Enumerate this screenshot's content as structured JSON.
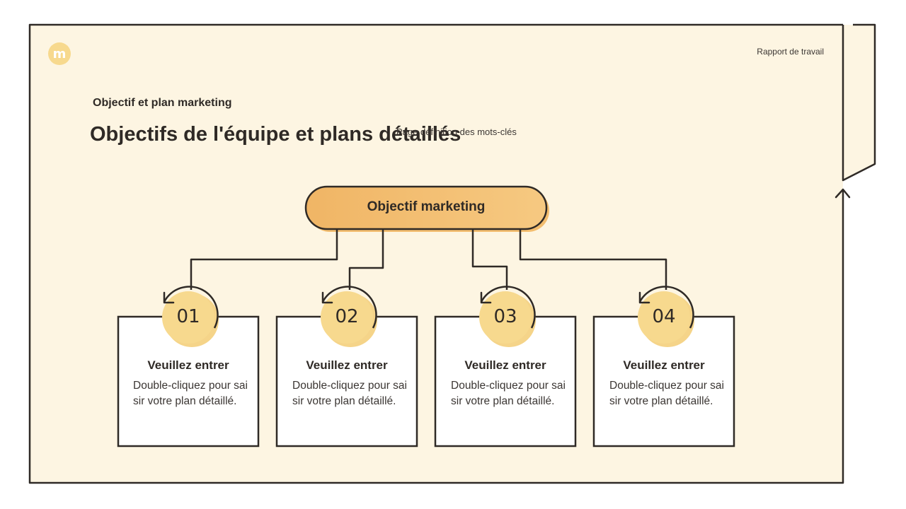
{
  "header": {
    "logo_letter": "m",
    "report_label": "Rapport de travail"
  },
  "slide": {
    "section_label": "Objectif et plan marketing",
    "title": "Objectifs de l'équipe et plans détaillés",
    "keyword_text": "Page définition des mots-clés"
  },
  "diagram": {
    "root_label": "Objectif marketing",
    "cards": [
      {
        "number": "01",
        "title": "Veuillez entrer",
        "description": "Double-cliquez pour saisir votre plan détaillé."
      },
      {
        "number": "02",
        "title": "Veuillez entrer",
        "description": "Double-cliquez pour saisir votre plan détaillé."
      },
      {
        "number": "03",
        "title": "Veuillez entrer",
        "description": "Double-cliquez pour saisir votre plan détaillé."
      },
      {
        "number": "04",
        "title": "Veuillez entrer",
        "description": "Double-cliquez pour saisir votre plan détaillé."
      }
    ]
  },
  "colors": {
    "panel_background": "#fdf5e2",
    "root_fill": "#f3bd6e",
    "badge_fill": "#f7d98e",
    "outline": "#2f2a26"
  }
}
